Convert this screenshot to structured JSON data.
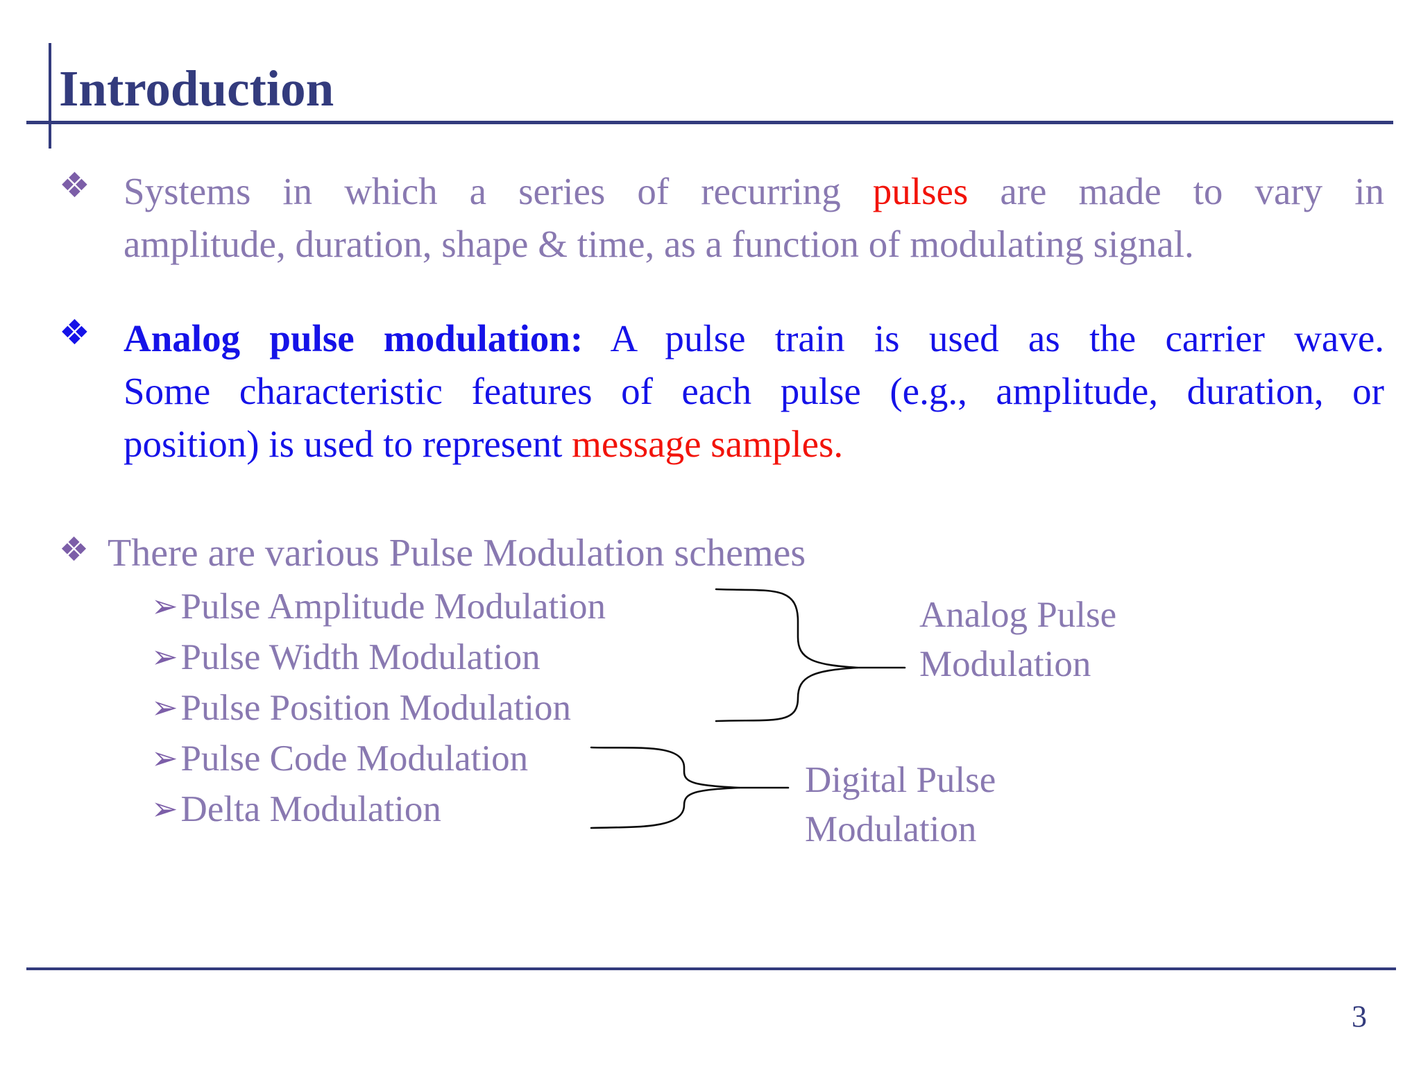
{
  "title": "Introduction",
  "page_number": "3",
  "colors": {
    "navy": "#333B7D",
    "purple": "#8979B1",
    "marker-purple": "#7C5EA8",
    "blue": "#1512E8",
    "red": "#F2130A",
    "line": "#0a0a0a"
  },
  "bullet1": {
    "marker": "❖",
    "line1_pre": "Systems in which a series of recurring ",
    "line1_red": "pulses",
    "line1_post": " are made to vary in",
    "line2": "amplitude, duration, shape & time, as a function of modulating signal."
  },
  "bullet2": {
    "marker": "❖",
    "line1_bold": "Analog pulse modulation:",
    "line1_rest": " A pulse train is used as the carrier wave.",
    "line2": "Some characteristic features of each pulse (e.g., amplitude, duration, or",
    "line3_pre": "position) is used to represent ",
    "line3_red": "message samples."
  },
  "bullet3": {
    "marker": "❖",
    "text": "There are various Pulse Modulation schemes"
  },
  "sub_bullets": {
    "marker": "➢",
    "items": [
      "Pulse Amplitude Modulation",
      "Pulse Width Modulation",
      "Pulse Position Modulation",
      "Pulse Code Modulation",
      "Delta Modulation"
    ]
  },
  "groups": {
    "analog": {
      "line1": "Analog Pulse",
      "line2": "Modulation"
    },
    "digital": {
      "line1": "Digital Pulse",
      "line2": "Modulation"
    }
  }
}
